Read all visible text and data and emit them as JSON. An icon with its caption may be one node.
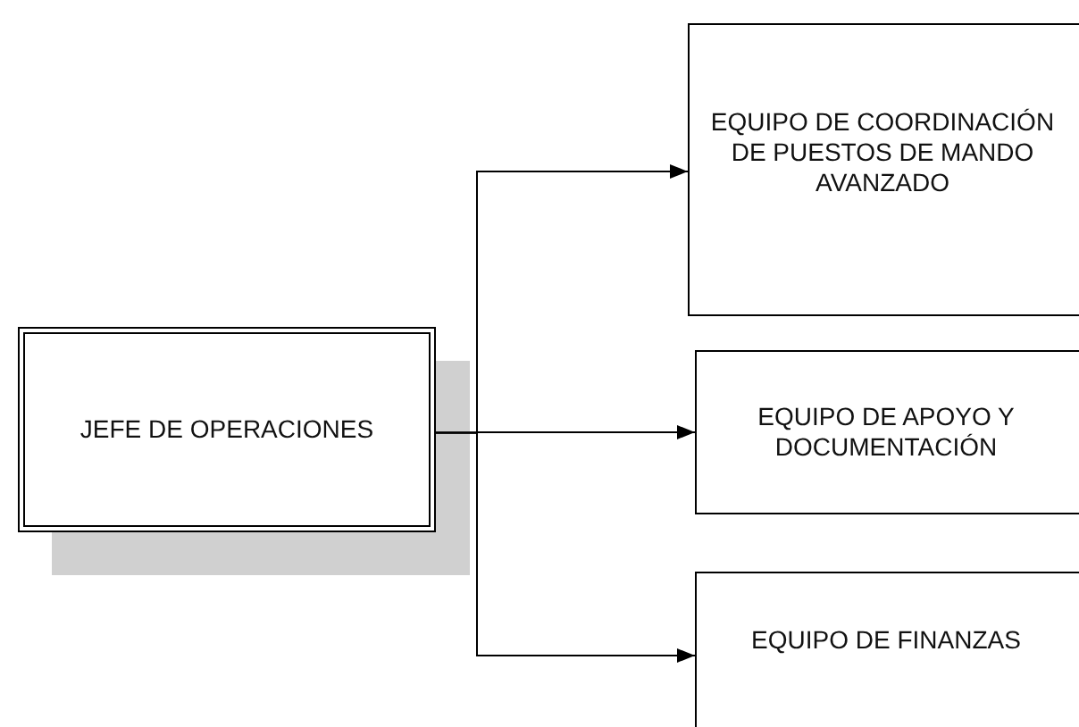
{
  "diagram": {
    "nodes": [
      {
        "text": [
          "JEFE DE OPERACIONES"
        ]
      },
      {
        "text": [
          "EQUIPO DE COORDINACIÓN DE PUESTOS DE MANDO AVANZADO"
        ]
      },
      {
        "text": [
          "EQUIPO DE APOYO Y DOCUMENTACIÓN"
        ]
      },
      {
        "text": [
          "EQUIPO DE FINANZAS"
        ]
      }
    ],
    "edges": [
      {
        "from": 0,
        "to": 1,
        "arrow": "to"
      },
      {
        "from": 0,
        "to": 2,
        "arrow": "to"
      },
      {
        "from": 0,
        "to": 3,
        "arrow": "to"
      }
    ]
  }
}
